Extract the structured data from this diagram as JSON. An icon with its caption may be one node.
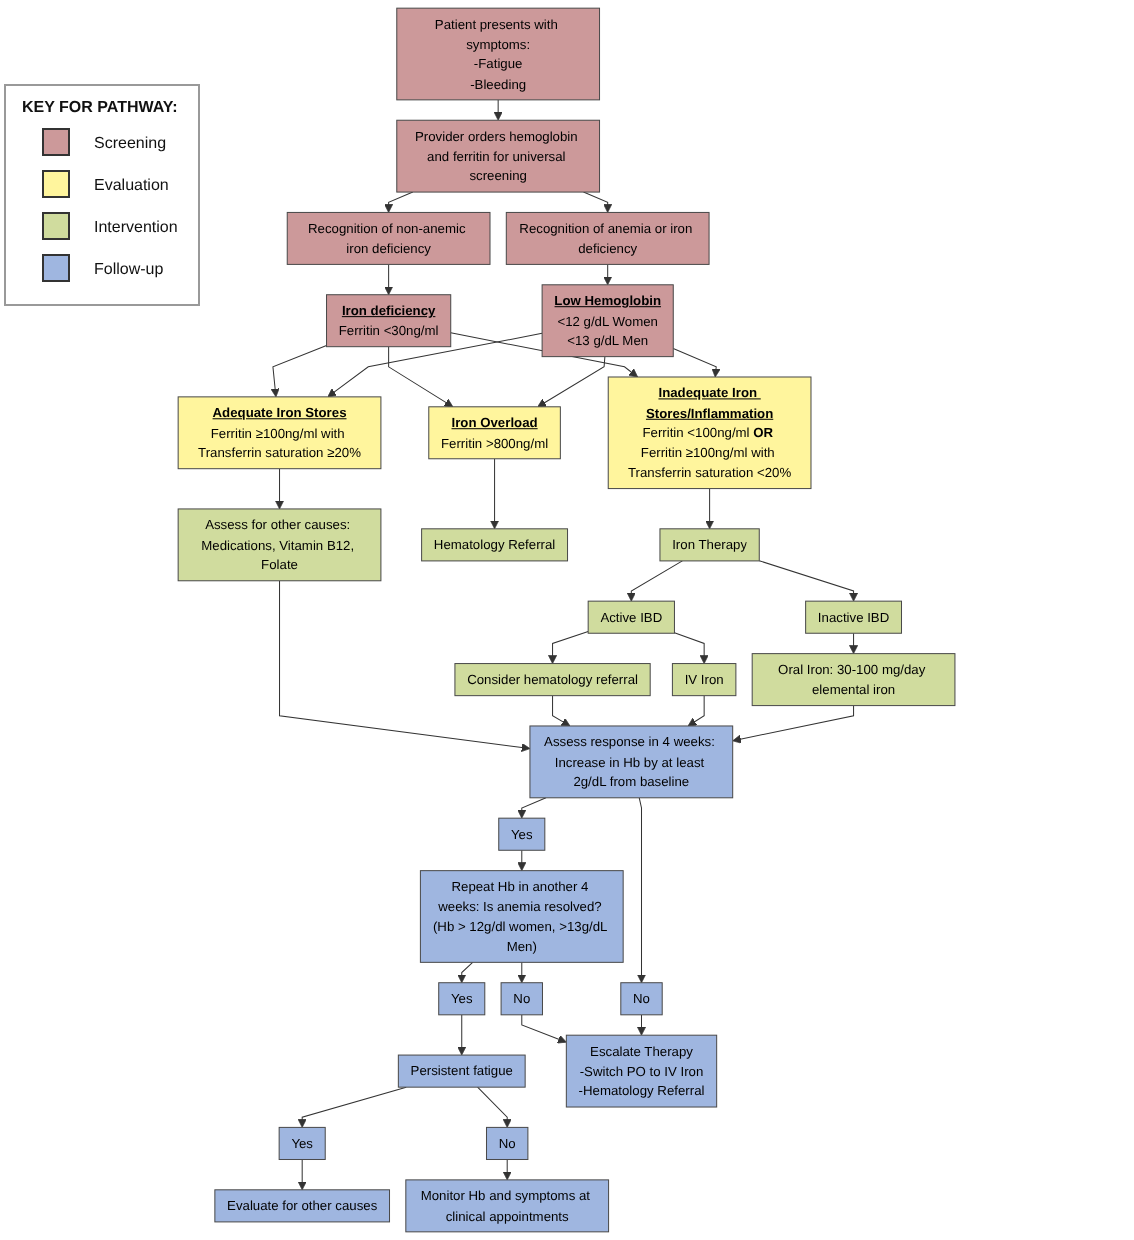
{
  "diagram": {
    "nodes": [
      {
        "text": [
          "Patient presents with symptoms:",
          "-Fatigue",
          "-Bleeding"
        ]
      },
      {
        "text": [
          "Provider orders hemoglobin and ferritin for universal screening"
        ]
      },
      {
        "text": [
          "Recognition of anemia or iron deficiency"
        ]
      },
      {
        "text": [
          "Recognition of non-anemic iron deficiency"
        ]
      },
      {
        "text": [
          "Low Hemoglobin",
          "<12 g/dL Women",
          "<13 g/dL Men"
        ]
      },
      {
        "text": [
          "Iron deficiency",
          "Ferritin <30ng/ml"
        ]
      },
      {
        "text": [
          "Inadequate Iron Stores/Inflammation",
          "Ferritin <100ng/ml **OR** Ferritin ≥100ng/ml with Transferrin saturation <20%"
        ]
      },
      {
        "text": [
          "Iron Overload",
          "Ferritin >800ng/ml"
        ]
      },
      {
        "text": [
          "Adequate Iron Stores",
          "Ferritin ≥100ng/ml with Transferrin saturation ≥20%"
        ]
      },
      {
        "text": [
          "Iron Therapy"
        ]
      },
      {
        "text": [
          "Hematology Referral"
        ]
      },
      {
        "text": [
          "Assess for other causes: Medications, Vitamin B12, Folate"
        ]
      },
      {
        "text": [
          "Inactive IBD"
        ]
      },
      {
        "text": [
          "Active IBD"
        ]
      },
      {
        "text": [
          "Oral Iron: 30-100 mg/day elemental iron"
        ]
      },
      {
        "text": [
          "IV Iron"
        ]
      },
      {
        "text": [
          "Consider hematology referral"
        ]
      },
      {
        "text": [
          "Assess response in 4 weeks: Increase in Hb by at least 2g/dL from baseline"
        ]
      },
      {
        "text": [
          "Yes"
        ]
      },
      {
        "text": [
          "Repeat Hb in another 4 weeks: Is anemia resolved? (Hb > 12g/dl women, >13g/dL Men)"
        ]
      },
      {
        "text": [
          "No"
        ]
      },
      {
        "text": [
          "No"
        ]
      },
      {
        "text": [
          "Yes"
        ]
      },
      {
        "text": [
          "Yes"
        ]
      },
      {
        "text": [
          "Persistent fatigue"
        ]
      },
      {
        "text": [
          "No"
        ]
      },
      {
        "text": [
          "Escalate Therapy",
          "-Switch PO to IV Iron",
          "-Hematology Referral"
        ]
      },
      {
        "text": [
          "Evaluate for other causes"
        ]
      },
      {
        "text": [
          "Monitor Hb and symptoms at clinical appointments"
        ]
      }
    ],
    "edges": [
      {
        "from": 0,
        "to": 1,
        "arrow": "to"
      },
      {
        "from": 1,
        "to": 2,
        "arrow": "to"
      },
      {
        "from": 1,
        "to": 3,
        "arrow": "to"
      },
      {
        "from": 2,
        "to": 4,
        "arrow": "to"
      },
      {
        "from": 3,
        "to": 5,
        "arrow": "to"
      },
      {
        "from": 4,
        "to": 6,
        "arrow": "to"
      },
      {
        "from": 4,
        "to": 7,
        "arrow": "to"
      },
      {
        "from": 4,
        "to": 8,
        "arrow": "to"
      },
      {
        "from": 5,
        "to": 6,
        "arrow": "to"
      },
      {
        "from": 5,
        "to": 7,
        "arrow": "to"
      },
      {
        "from": 5,
        "to": 8,
        "arrow": "to"
      },
      {
        "from": 6,
        "to": 9,
        "arrow": "to"
      },
      {
        "from": 7,
        "to": 10,
        "arrow": "to"
      },
      {
        "from": 8,
        "to": 11,
        "arrow": "to"
      },
      {
        "from": 9,
        "to": 12,
        "arrow": "to"
      },
      {
        "from": 9,
        "to": 13,
        "arrow": "to"
      },
      {
        "from": 12,
        "to": 14,
        "arrow": "to"
      },
      {
        "from": 13,
        "to": 15,
        "arrow": "to"
      },
      {
        "from": 13,
        "to": 16,
        "arrow": "to"
      },
      {
        "from": 14,
        "to": 17,
        "arrow": "to"
      },
      {
        "from": 15,
        "to": 17,
        "arrow": "to"
      },
      {
        "from": 16,
        "to": 17,
        "arrow": "to"
      },
      {
        "from": 11,
        "to": 17,
        "arrow": "to"
      },
      {
        "from": 17,
        "to": 18,
        "arrow": "to"
      },
      {
        "from": 18,
        "to": 19,
        "arrow": "to"
      },
      {
        "from": 17,
        "to": 20,
        "arrow": "to"
      },
      {
        "from": 19,
        "to": 21,
        "arrow": "to"
      },
      {
        "from": 19,
        "to": 22,
        "arrow": "to"
      },
      {
        "from": 20,
        "to": 26,
        "arrow": "to"
      },
      {
        "from": 21,
        "to": 26,
        "arrow": "to"
      },
      {
        "from": 22,
        "to": 24,
        "arrow": "to"
      },
      {
        "from": 24,
        "to": 23,
        "arrow": "to"
      },
      {
        "from": 24,
        "to": 25,
        "arrow": "to"
      },
      {
        "from": 23,
        "to": 27,
        "arrow": "to"
      },
      {
        "from": 25,
        "to": 28,
        "arrow": "to"
      }
    ],
    "labels": [
      "KEY FOR PATHWAY:"
    ],
    "legend": [
      {
        "text": "Screening",
        "color": "#cc999a"
      },
      {
        "text": "Evaluation",
        "color": "#fff59d"
      },
      {
        "text": "Intervention",
        "color": "#d0dc9e"
      },
      {
        "text": "Follow-up",
        "color": "#9fb6e0"
      }
    ]
  }
}
